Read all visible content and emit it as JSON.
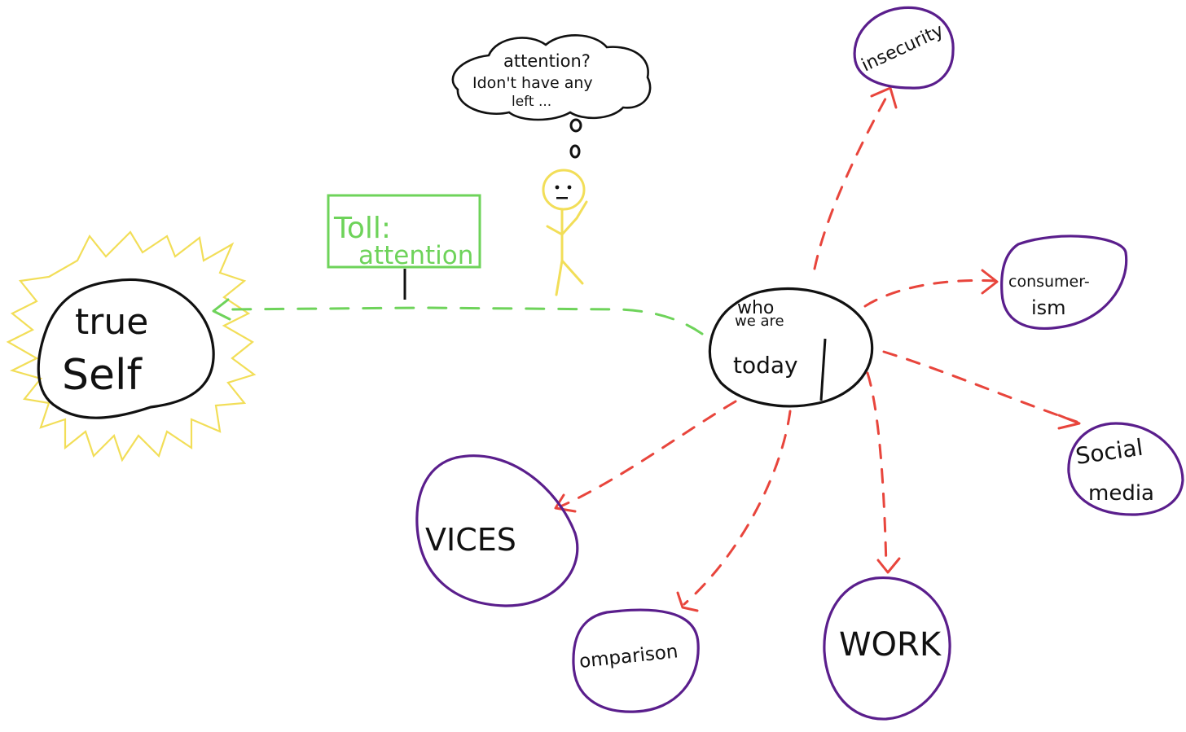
{
  "colors": {
    "background": "#ffffff",
    "ink": "#111111",
    "leaf_outline": "#5a1e8c",
    "red_arrow": "#e8453c",
    "green": "#6ed35a",
    "yellow": "#f2de58"
  },
  "true_self": {
    "line1": "true",
    "line2": "Self"
  },
  "center": {
    "line1": "who",
    "line2": "we  are",
    "line3": "today"
  },
  "toll_sign": {
    "line1": "Toll:",
    "line2": "attention"
  },
  "thought": {
    "line1": "attention?",
    "line2": "Idon't have any",
    "line3": "left ..."
  },
  "leaves": {
    "insecurity": "insecurity",
    "consumerism_line1": "consumer-",
    "consumerism_line2": "ism",
    "social_line1": "Social",
    "social_line2": "media",
    "work": "WORK",
    "comparison": "omparison",
    "vices": "VICES"
  }
}
